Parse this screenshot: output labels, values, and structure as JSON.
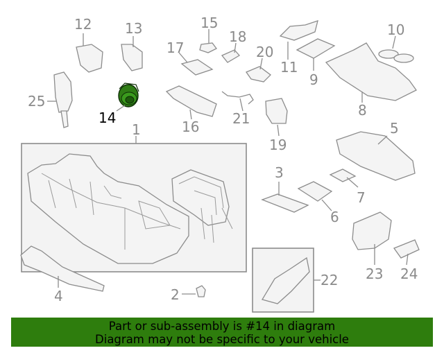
{
  "highlighted_part": "14",
  "colors": {
    "banner": "#2e7d0d",
    "highlight_part": "#2f7d15",
    "label": "#8a8a8a"
  },
  "labels": {
    "l1": "1",
    "l2": "2",
    "l3": "3",
    "l4": "4",
    "l5": "5",
    "l6": "6",
    "l7": "7",
    "l8": "8",
    "l9": "9",
    "l10": "10",
    "l11": "11",
    "l12": "12",
    "l13": "13",
    "l14": "14",
    "l15": "15",
    "l16": "16",
    "l17": "17",
    "l18": "18",
    "l19": "19",
    "l20": "20",
    "l21": "21",
    "l22": "22",
    "l23": "23",
    "l24": "24",
    "l25": "25"
  },
  "banner": {
    "line1": "Part or sub-assembly is #14 in diagram",
    "line2": "Diagram may not be specific to your vehicle"
  }
}
